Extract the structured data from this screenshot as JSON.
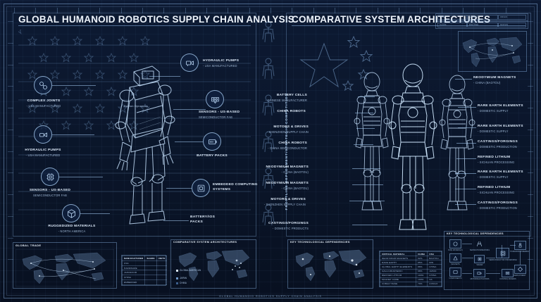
{
  "document": {
    "footer": "GLOBAL HUMANOID ROBOTICS SUPPLY CHAIN ANALYSIS",
    "vertical_divider_label": "FRONTLINE DEPLOYMENT/STRATEGIC COMPETITION"
  },
  "colors": {
    "background": "#0a1529",
    "line": "#96c3f5",
    "text_primary": "#e8f1fb",
    "text_secondary": "#9fb8d6",
    "accent": "#5c8fd0"
  },
  "left_panel": {
    "title": "GLOBAL HUMANOID ROBOTICS SUPPLY CHAIN ANALYSIS",
    "robot_label": "Boston Dynamics",
    "flag_motif": "usa-stars-and-stripes",
    "callouts_left": [
      {
        "icon": "complex-joints-icon",
        "line1": "COMPLEX JOINTS",
        "line2": "- USA MANUFACTURED"
      },
      {
        "icon": "hydraulic-pump-icon",
        "line1": "HYDRAULIC PUMPS",
        "line2": "- USA MANUFACTURED"
      },
      {
        "icon": "sensor-chip-icon",
        "line1": "SENSORS - US-BASED",
        "line2": "SEMICONDUCTOR FAB"
      },
      {
        "icon": "materials-box-icon",
        "line1": "RUGGEDIZED MATERIALS",
        "line2": "- NORTH AMERICA"
      }
    ],
    "callouts_right": [
      {
        "icon": "hydraulic-pump-icon",
        "line1": "HYDRAULIC PUMPS",
        "line2": "- USA MANUFACTURED"
      },
      {
        "icon": "sensor-camera-icon",
        "line1": "SENSORS - US-BASED",
        "line2": "SEMICONDUCTOR FAB"
      },
      {
        "icon": "battery-icon",
        "line1": "BATTERY PACKS",
        "line2": ""
      },
      {
        "icon": "embedded-chip-icon",
        "line1": "EMBEDDED COMPUTING",
        "line2": "SYSTEMS"
      },
      {
        "icon": "battery-icon",
        "line1": "BATTERY/IOS",
        "line2": "PACKS"
      }
    ]
  },
  "right_panel": {
    "title": "COMPARATIVE SYSTEM ARCHITECTURES",
    "flag_motif": "china-five-stars",
    "header_blocks": [
      "TYPE",
      "SOURCE",
      "ORIGIN",
      "CLASS",
      "ROUTING",
      "STATUS"
    ],
    "callouts_left": [
      {
        "line1": "BATTERY CELLS",
        "line2": "- CHINESE MANUFACTURER"
      },
      {
        "line1": "CHINA ROBOTS",
        "line2": ""
      },
      {
        "line1": "MOTORS & DRIVES",
        "line2": "- SHENZHEN SUPPLY CHAIN"
      },
      {
        "line1": "CHINA ROBOTS",
        "line2": "- CHINA SEMICONDUCTOR"
      },
      {
        "line1": "NEODYMIUM MAGNETS",
        "line2": "- CHINA (BAOTOU)"
      },
      {
        "line1": "NEODYMIUM MAGNETS",
        "line2": "- CHINA (BAOTOU)"
      },
      {
        "line1": "MOTORS & DRIVES",
        "line2": "- SHENZHEN SUPPLY CHAIN"
      },
      {
        "line1": "CASTINGS/FORGINGS",
        "line2": "- DOMESTIC PRODUCTS"
      }
    ],
    "callouts_right": [
      {
        "line1": "NEODYMIUM MAGNETS",
        "line2": "- CHINA (BAOTOU)"
      },
      {
        "line1": "RARE EARTH ELEMENTS",
        "line2": "- DOMESTIC SUPPLY"
      },
      {
        "line1": "RARE EARTH ELEMENTS",
        "line2": "- DOMESTIC SUPPLY"
      },
      {
        "line1": "CASTINGS/FORGINGS",
        "line2": "- DOMESTIC PRODUCTION"
      },
      {
        "line1": "REFINED LITHIUM",
        "line2": "- SICHUAN PROCESSING"
      },
      {
        "line1": "RARE EARTH ELEMENTS",
        "line2": "- DOMESTIC SUPPLY"
      },
      {
        "line1": "REFINED LITHIUM",
        "line2": "- SICHUAN PROCESSING"
      },
      {
        "line1": "CASTINGS/FORGINGS",
        "line2": "- DOMESTIC PRODUCTION"
      }
    ]
  },
  "bottom_panels": {
    "global_trade": {
      "title": "GLOBAL TRADE",
      "map": "world-map-trade-routes"
    },
    "trade_table": {
      "headers": [
        "MANUFACTURER",
        "SHARE",
        "UNITS"
      ],
      "rows": [
        [
          "USA",
          "",
          ""
        ],
        [
          "HARDWARE",
          "",
          ""
        ],
        [
          "JAPAN/KOR",
          "",
          ""
        ],
        [
          "CHINA",
          "",
          ""
        ],
        [
          "EMBEDDED",
          "",
          ""
        ]
      ]
    },
    "comparative_map": {
      "title": "COMPARATIVE SYSTEM ARCHITECTURES",
      "legend": [
        {
          "label": "GLOBAL AMERICAN",
          "color": "#d8e7f7"
        },
        {
          "label": "JAPAN",
          "color": "#6f98c8"
        },
        {
          "label": "CHINA",
          "color": "#3c5f8e"
        }
      ]
    },
    "dependencies_map": {
      "title": "KEY TECHNOLOGICAL DEPENDENCIES",
      "map": "world-map-nodes"
    },
    "materials_table": {
      "headers": [
        "CRITICAL MATERIAL",
        "CHINA",
        "USA"
      ],
      "rows": [
        [
          "NEODYMIUM MAGNETS",
          "92%",
          "BAOTOU"
        ],
        [
          "RARE EARTH",
          "85%",
          "MIN"
        ],
        [
          "GLOBAL EARTH ELEMENTS",
          "88%",
          "CHINA"
        ],
        [
          "GALLIUM/ARSENIC",
          "98%",
          "JAPAN"
        ],
        [
          "REFINED LITHIUM",
          "100%",
          "CHINA"
        ],
        [
          "MAGNET CORE",
          "100%",
          "NA"
        ],
        [
          "COBALT BASE",
          "70%",
          "CONGO"
        ]
      ]
    },
    "dependencies_flow": {
      "title": "KEY TECHNOLOGICAL DEPENDENCIES",
      "nodes": [
        {
          "icon": "ore-icon",
          "label": "RAW MATERIALS"
        },
        {
          "icon": "refinery-icon",
          "label": "SEPARATION/REFINING"
        },
        {
          "icon": "magnet-icon",
          "label": "MAGNETS"
        },
        {
          "icon": "wafer-icon",
          "label": "WAFER"
        },
        {
          "icon": "chip-icon",
          "label": "SEMICONDUCTOR PROCESSING"
        },
        {
          "icon": "component-icon",
          "label": "COMPONENTS"
        },
        {
          "icon": "motor-icon",
          "label": "MOTORS/ACTUATORS"
        },
        {
          "icon": "board-icon",
          "label": "CONTROL BOARDS"
        },
        {
          "icon": "robot-icon",
          "label": "HUMANOID ASSEMBLY"
        },
        {
          "icon": "deploy-icon",
          "label": "DEPLOYMENT"
        }
      ]
    }
  }
}
